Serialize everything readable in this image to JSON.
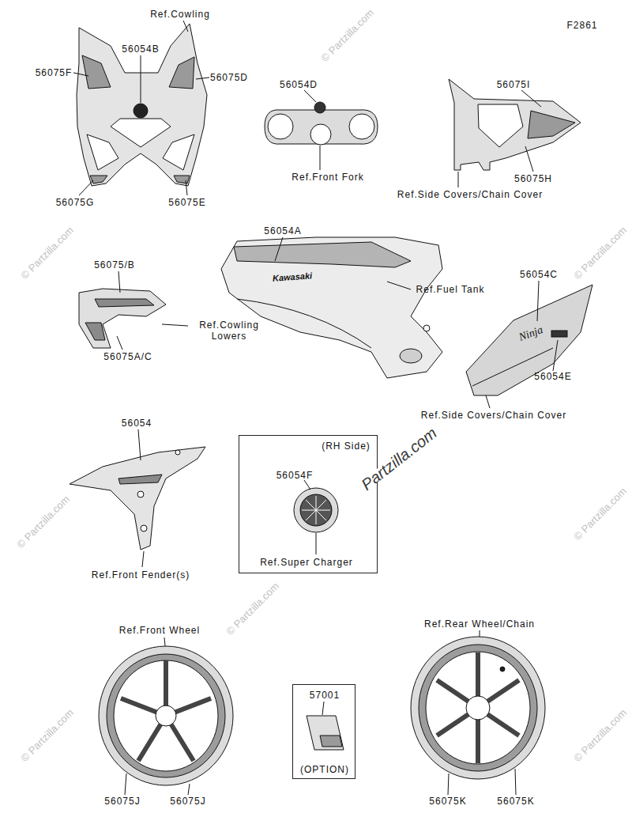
{
  "diagram": {
    "nodes": [
      {
        "text": [
          "(RH Side)",
          "56054F",
          "Ref.Super Charger"
        ]
      },
      {
        "text": [
          "57001",
          "(OPTION)"
        ]
      }
    ],
    "labels": [
      "F2861",
      "Ref.Cowling",
      "56054B",
      "56075F",
      "56075D",
      "56075G",
      "56075E",
      "56054D",
      "Ref.Front Fork",
      "56075I",
      "56075H",
      "Ref.Side Covers/Chain Cover",
      "56054A",
      "Ref.Fuel Tank",
      "56075/B",
      "Ref.Cowling Lowers",
      "56075A/C",
      "56054C",
      "56054E",
      "Ref.Side Covers/Chain Cover",
      "56054",
      "Ref.Front Fender(s)",
      "Ref.Front Wheel",
      "56075J",
      "56075J",
      "Ref.Rear Wheel/Chain",
      "56075K",
      "56075K",
      "Kawasaki",
      "Ninja",
      "© Partzilla.com",
      "© Partzilla.com",
      "© Partzilla.com",
      "© Partzilla.com",
      "© Partzilla.com",
      "© Partzilla.com",
      "© Partzilla.com",
      "© Partzilla.com",
      "Partzilla.com"
    ]
  }
}
